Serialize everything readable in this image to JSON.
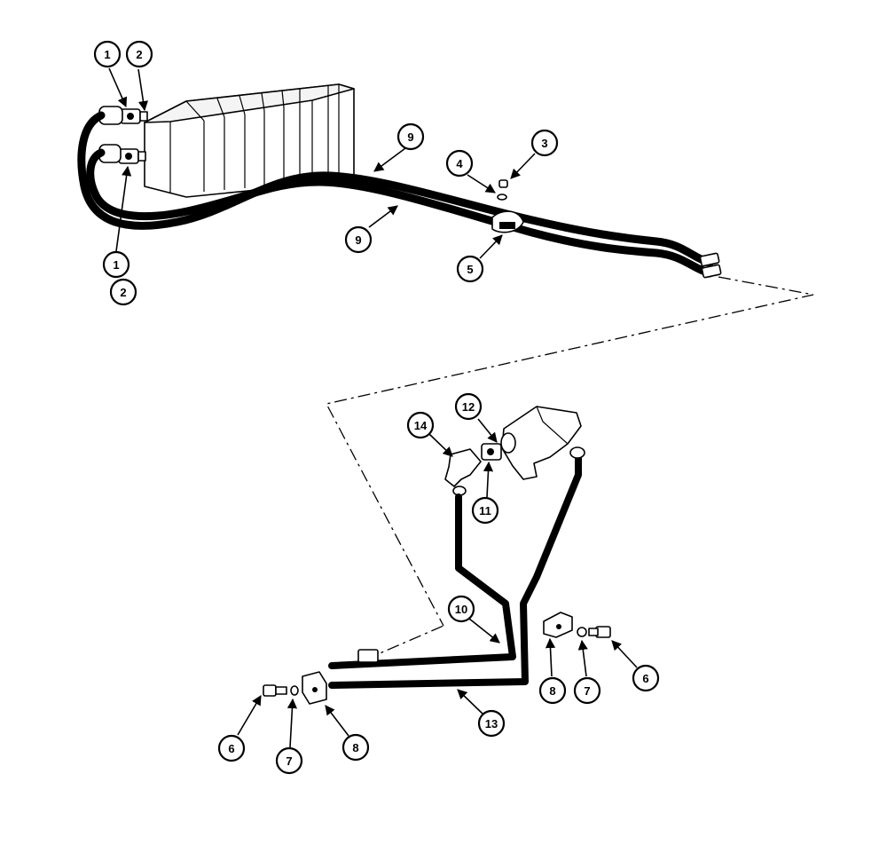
{
  "callouts": [
    {
      "id": "c1a",
      "text": "1"
    },
    {
      "id": "c2a",
      "text": "2"
    },
    {
      "id": "c1b",
      "text": "1"
    },
    {
      "id": "c2b",
      "text": "2"
    },
    {
      "id": "c9a",
      "text": "9"
    },
    {
      "id": "c9b",
      "text": "9"
    },
    {
      "id": "c4",
      "text": "4"
    },
    {
      "id": "c3",
      "text": "3"
    },
    {
      "id": "c5",
      "text": "5"
    },
    {
      "id": "c12",
      "text": "12"
    },
    {
      "id": "c14",
      "text": "14"
    },
    {
      "id": "c11",
      "text": "11"
    },
    {
      "id": "c10",
      "text": "10"
    },
    {
      "id": "c13",
      "text": "13"
    },
    {
      "id": "c6a",
      "text": "6"
    },
    {
      "id": "c7a",
      "text": "7"
    },
    {
      "id": "c8a",
      "text": "8"
    },
    {
      "id": "c8b",
      "text": "8"
    },
    {
      "id": "c7b",
      "text": "7"
    },
    {
      "id": "c6b",
      "text": "6"
    }
  ],
  "colors": {
    "ink": "#000000",
    "paper": "#ffffff"
  }
}
